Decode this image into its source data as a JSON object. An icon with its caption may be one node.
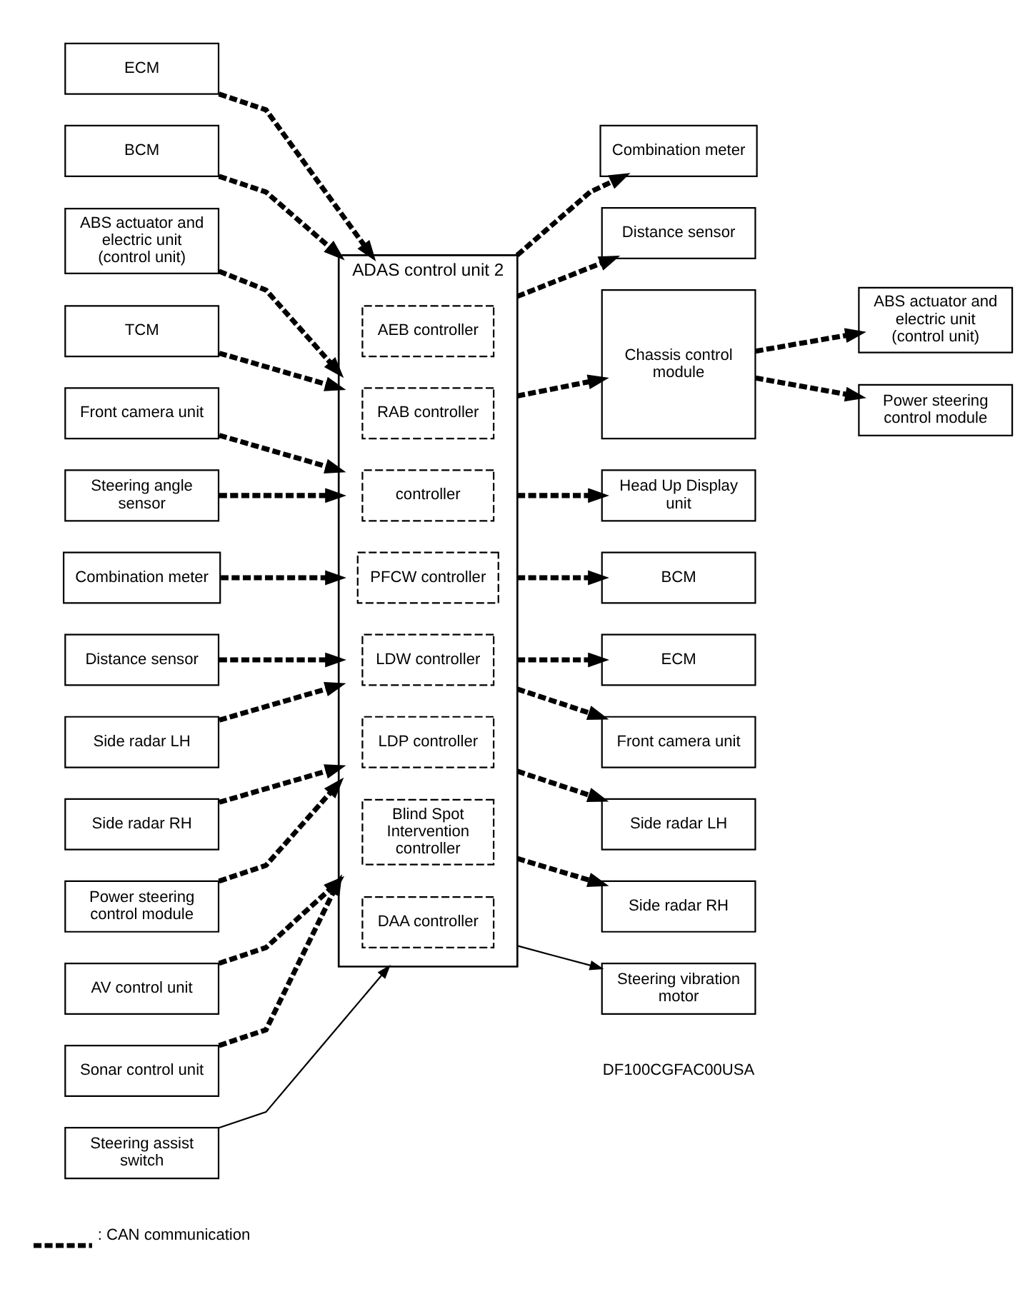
{
  "diagram": {
    "nodes": [
      {
        "text": [
          "ECM"
        ]
      },
      {
        "text": [
          "BCM"
        ]
      },
      {
        "text": [
          "ABS actuator and electric unit (control unit)"
        ]
      },
      {
        "text": [
          "TCM"
        ]
      },
      {
        "text": [
          "Front camera unit"
        ]
      },
      {
        "text": [
          "Steering angle sensor"
        ]
      },
      {
        "text": [
          "Combination meter"
        ]
      },
      {
        "text": [
          "Distance sensor"
        ]
      },
      {
        "text": [
          "Side radar LH"
        ]
      },
      {
        "text": [
          "Side radar RH"
        ]
      },
      {
        "text": [
          "Power steering control module"
        ]
      },
      {
        "text": [
          "AV control unit"
        ]
      },
      {
        "text": [
          "Sonar control unit"
        ]
      },
      {
        "text": [
          "Steering assist switch"
        ]
      },
      {
        "text": [
          "ADAS control unit 2"
        ]
      },
      {
        "text": [
          "AEB controller"
        ],
        "in": 14
      },
      {
        "text": [
          "RAB controller"
        ],
        "in": 14
      },
      {
        "text": [
          "controller"
        ],
        "in": 14
      },
      {
        "text": [
          "PFCW controller"
        ],
        "in": 14
      },
      {
        "text": [
          "LDW controller"
        ],
        "in": 14
      },
      {
        "text": [
          "LDP controller"
        ],
        "in": 14
      },
      {
        "text": [
          "Blind Spot Intervention controller"
        ],
        "in": 14
      },
      {
        "text": [
          "DAA controller"
        ],
        "in": 14
      },
      {
        "text": [
          "Combination meter"
        ]
      },
      {
        "text": [
          "Distance sensor"
        ]
      },
      {
        "text": [
          "Chassis control module"
        ]
      },
      {
        "text": [
          "ABS actuator and electric unit (control unit)"
        ]
      },
      {
        "text": [
          "Power steering control module"
        ]
      },
      {
        "text": [
          "Head Up Display unit"
        ]
      },
      {
        "text": [
          "BCM"
        ]
      },
      {
        "text": [
          "ECM"
        ]
      },
      {
        "text": [
          "Front camera unit"
        ]
      },
      {
        "text": [
          "Side radar LH"
        ]
      },
      {
        "text": [
          "Side radar RH"
        ]
      },
      {
        "text": [
          "Steering vibration motor"
        ]
      }
    ],
    "edges": [
      {
        "from": 0,
        "to": 14,
        "arrow": "to",
        "style": "dashed"
      },
      {
        "from": 1,
        "to": 14,
        "arrow": "to",
        "style": "dashed"
      },
      {
        "from": 2,
        "to": 14,
        "arrow": "to",
        "style": "dashed"
      },
      {
        "from": 3,
        "to": 14,
        "arrow": "to",
        "style": "dashed"
      },
      {
        "from": 4,
        "to": 14,
        "arrow": "to",
        "style": "dashed"
      },
      {
        "from": 5,
        "to": 14,
        "arrow": "to",
        "style": "dashed"
      },
      {
        "from": 6,
        "to": 14,
        "arrow": "to",
        "style": "dashed"
      },
      {
        "from": 7,
        "to": 14,
        "arrow": "to",
        "style": "dashed"
      },
      {
        "from": 8,
        "to": 14,
        "arrow": "to",
        "style": "dashed"
      },
      {
        "from": 9,
        "to": 14,
        "arrow": "to",
        "style": "dashed"
      },
      {
        "from": 10,
        "to": 14,
        "arrow": "to",
        "style": "dashed"
      },
      {
        "from": 11,
        "to": 14,
        "arrow": "to",
        "style": "dashed"
      },
      {
        "from": 12,
        "to": 14,
        "arrow": "to",
        "style": "dashed"
      },
      {
        "from": 13,
        "to": 14,
        "arrow": "to"
      },
      {
        "from": 14,
        "to": 23,
        "arrow": "to",
        "style": "dashed"
      },
      {
        "from": 14,
        "to": 24,
        "arrow": "to",
        "style": "dashed"
      },
      {
        "from": 14,
        "to": 25,
        "arrow": "to",
        "style": "dashed"
      },
      {
        "from": 25,
        "to": 26,
        "arrow": "to",
        "style": "dashed"
      },
      {
        "from": 25,
        "to": 27,
        "arrow": "to",
        "style": "dashed"
      },
      {
        "from": 14,
        "to": 28,
        "arrow": "to",
        "style": "dashed"
      },
      {
        "from": 14,
        "to": 29,
        "arrow": "to",
        "style": "dashed"
      },
      {
        "from": 14,
        "to": 30,
        "arrow": "to",
        "style": "dashed"
      },
      {
        "from": 14,
        "to": 31,
        "arrow": "to",
        "style": "dashed"
      },
      {
        "from": 14,
        "to": 32,
        "arrow": "to",
        "style": "dashed"
      },
      {
        "from": 14,
        "to": 33,
        "arrow": "to",
        "style": "dashed"
      },
      {
        "from": 14,
        "to": 34,
        "arrow": "to"
      }
    ],
    "labels": [
      "DF100CGFAC00USA"
    ],
    "legend": [
      {
        "text": ": CAN communication"
      }
    ]
  }
}
